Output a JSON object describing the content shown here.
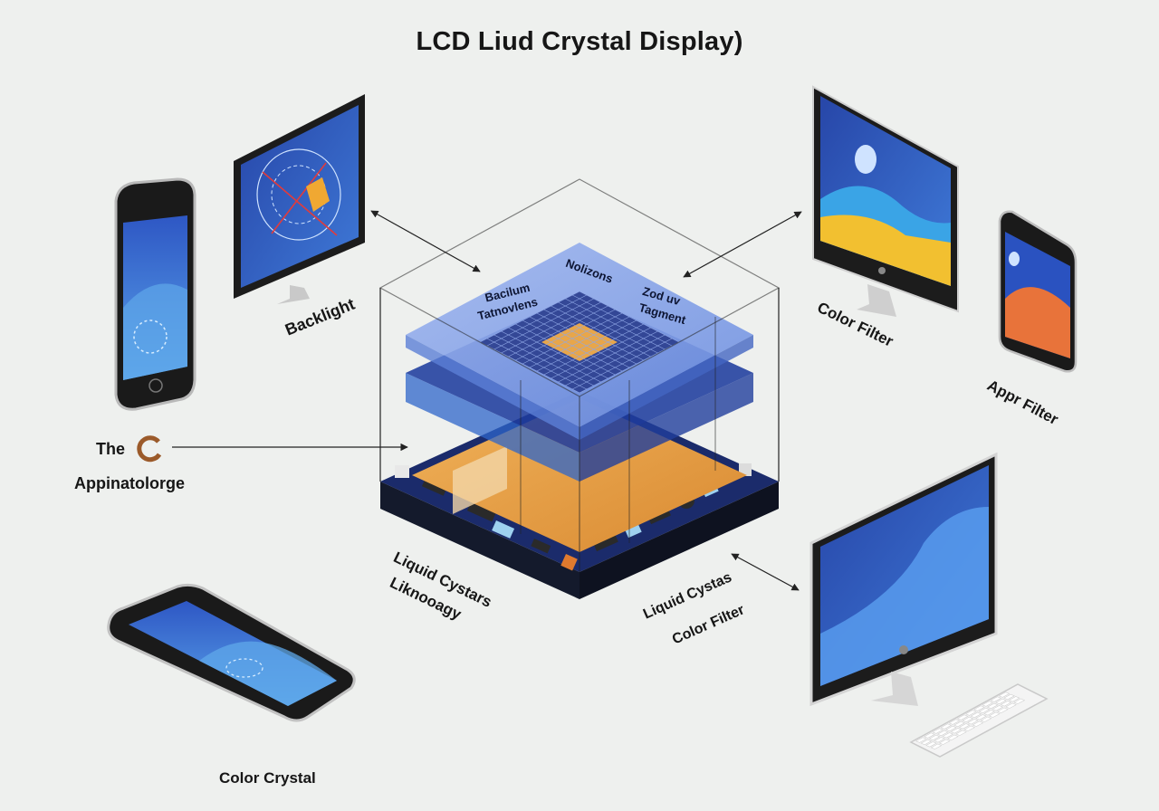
{
  "title": "LCD  Liud Crystal Display)",
  "labels": {
    "backlight": "Backlight",
    "color_filter_top": "Color Filter",
    "appr_filter": "Appr Filter",
    "the": "The",
    "appinatolorge": "Appinatolorge",
    "liquid_cystars": "Liquid Cystars",
    "liknooagy": "Liknooagy",
    "liquid_cystas": "Liquid Cystas",
    "color_filter_bottom": "Color Filter",
    "color_crystal": "Color Crystal"
  },
  "layer_labels": {
    "nolizons": "Nolizons",
    "bacilum": "Bacilum",
    "tatnovlens": "Tatnovlens",
    "zod_uv": "Zod uv",
    "tagment": "Tagment"
  },
  "colors": {
    "background": "#eef0ee",
    "screen_blue": "#2f4fb3",
    "glass_blue": "#6f8fe0",
    "pcb_navy": "#1b2b6b",
    "amber": "#e8a64a"
  }
}
